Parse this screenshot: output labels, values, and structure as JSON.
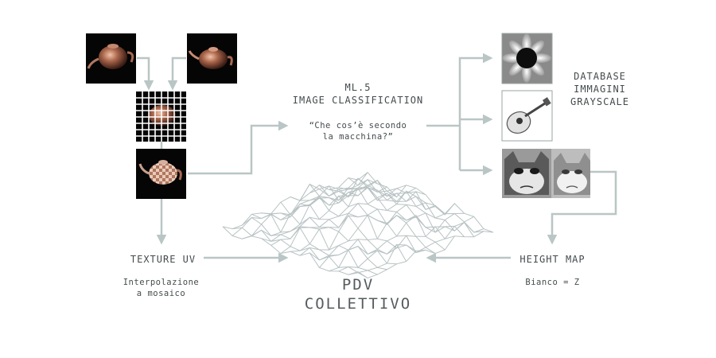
{
  "ml5": {
    "title": "ML.5\nIMAGE CLASSIFICATION",
    "question": "“Che cos’è secondo\nla macchina?”"
  },
  "database": {
    "label": "DATABASE\nIMMAGINI\nGRAYSCALE"
  },
  "texture_uv": {
    "label": "TEXTURE UV",
    "sub": "Interpolazione\na mosaico"
  },
  "height_map": {
    "label": "HEIGHT MAP",
    "sub": "Bianco = Z"
  },
  "pdv": {
    "label": "PDV\nCOLLETTIVO"
  },
  "colors": {
    "arrow": "#b9c6c5",
    "text": "#444b4d",
    "mesh": "#b8c2c3"
  },
  "icons": [
    "teapot-render-icon",
    "teapot-mosaic-grid-icon",
    "teapot-textured-icon",
    "sunflower-icon",
    "guitar-icon",
    "grumpy-cat-icon",
    "terrain-mesh-icon"
  ]
}
